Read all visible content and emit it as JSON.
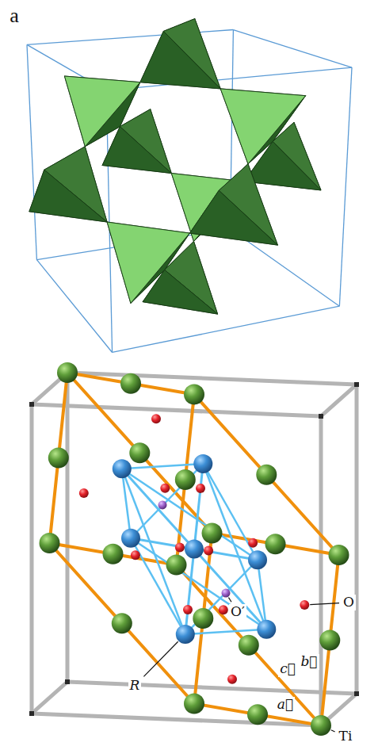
{
  "diagram": {
    "labels": [
      "a",
      "R",
      "O′",
      "O",
      "c⃗",
      "b⃗",
      "a⃗",
      "Ti"
    ]
  }
}
